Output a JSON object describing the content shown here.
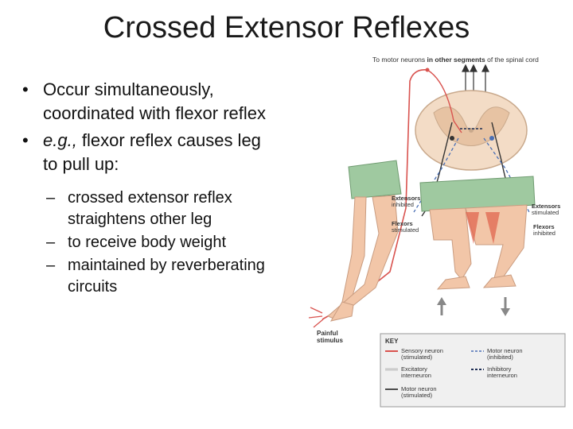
{
  "title": "Crossed Extensor Reflexes",
  "bullets": [
    {
      "text": "Occur simultaneously, coordinated with flexor reflex"
    },
    {
      "prefix_italic": "e.g.,",
      "text": " flexor reflex causes leg to pull up:"
    }
  ],
  "sub_bullets": [
    "crossed extensor reflex straightens other leg",
    "to receive body weight",
    "maintained by reverberating circuits"
  ],
  "figure": {
    "top_label_pre": "To motor neurons ",
    "top_label_bold": "in other segments",
    "top_label_post": " of the spinal cord",
    "extensors_inhibited": [
      "Extensors",
      "inhibited"
    ],
    "flexors_stimulated": [
      "Flexors",
      "stimulated"
    ],
    "extensors_stimulated": [
      "Extensors",
      "stimulated"
    ],
    "flexors_inhibited": [
      "Flexors",
      "inhibited"
    ],
    "painful_stimulus": [
      "Painful",
      "stimulus"
    ],
    "key": {
      "title": "KEY",
      "items": [
        [
          "Sensory neuron",
          "(stimulated)"
        ],
        [
          "Motor neuron",
          "(inhibited)"
        ],
        [
          "Excitatory",
          "interneuron"
        ],
        [
          "Inhibitory",
          "interneuron"
        ],
        [
          "Motor neuron",
          "(stimulated)"
        ]
      ]
    }
  },
  "colors": {
    "sensory": "#d9534f",
    "motor_inhibited": "#4a6fb5",
    "inhibitory": "#1f2f55",
    "skin": "#f2c6a8",
    "shorts": "#9fc9a0"
  }
}
